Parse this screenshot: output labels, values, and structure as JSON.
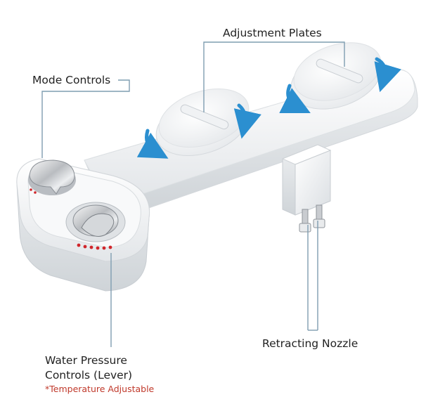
{
  "labels": {
    "adjustment_plates": "Adjustment Plates",
    "mode_controls": "Mode Controls",
    "retracting_nozzle": "Retracting Nozzle",
    "water_pressure_line1": "Water Pressure",
    "water_pressure_line2": "Controls (Lever)",
    "temperature_note": "*Temperature Adjustable"
  },
  "colors": {
    "callout_line": "#7f9db1",
    "arrow": "#2b8fd0",
    "note": "#c0392b",
    "indicator_dots": "#d0262b"
  }
}
